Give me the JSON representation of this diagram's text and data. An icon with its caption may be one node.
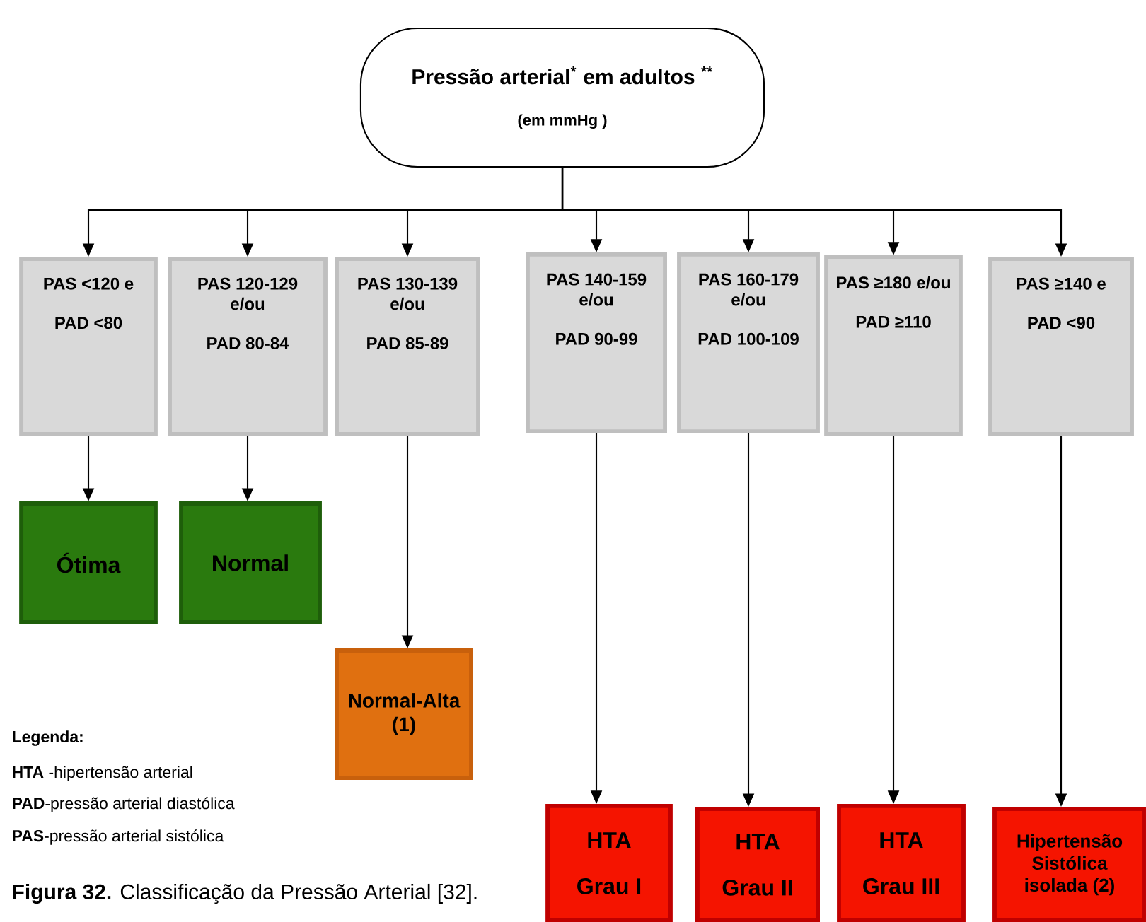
{
  "diagram": {
    "caption": "**Figura 32.** Classificação da Pressão Arterial [32].",
    "nodes": [
      {
        "text": [
          "Pressão arterial$^{*}$ em adultos $^{**}$",
          "(em mmHg )"
        ]
      },
      {
        "text": [
          "PAS <120 e",
          "PAD <80"
        ]
      },
      {
        "text": [
          "PAS 120-129 e/ou",
          "PAD 80-84"
        ]
      },
      {
        "text": [
          "PAS 130-139 e/ou",
          "PAD 85-89"
        ]
      },
      {
        "text": [
          "PAS 140-159 e/ou",
          "PAD 90-99"
        ]
      },
      {
        "text": [
          "PAS 160-179 e/ou",
          "PAD 100-109"
        ]
      },
      {
        "text": [
          "PAS ≥180 e/ou",
          "PAD ≥110"
        ]
      },
      {
        "text": [
          "PAS ≥140 e",
          "PAD <90"
        ]
      },
      {
        "text": [
          "Ótima"
        ]
      },
      {
        "text": [
          "Normal"
        ]
      },
      {
        "text": [
          "Normal-Alta (1)"
        ]
      },
      {
        "text": [
          "HTA",
          "Grau I"
        ]
      },
      {
        "text": [
          "HTA",
          "Grau II"
        ]
      },
      {
        "text": [
          "HTA",
          "Grau III"
        ]
      },
      {
        "text": [
          "Hipertensão Sistólica isolada (2)"
        ]
      }
    ],
    "edges": [
      {
        "from": 0,
        "to": 1,
        "arrow": "to"
      },
      {
        "from": 0,
        "to": 2,
        "arrow": "to"
      },
      {
        "from": 0,
        "to": 3,
        "arrow": "to"
      },
      {
        "from": 0,
        "to": 4,
        "arrow": "to"
      },
      {
        "from": 0,
        "to": 5,
        "arrow": "to"
      },
      {
        "from": 0,
        "to": 6,
        "arrow": "to"
      },
      {
        "from": 0,
        "to": 7,
        "arrow": "to"
      },
      {
        "from": 1,
        "to": 8,
        "arrow": "to"
      },
      {
        "from": 2,
        "to": 9,
        "arrow": "to"
      },
      {
        "from": 3,
        "to": 10,
        "arrow": "to"
      },
      {
        "from": 4,
        "to": 11,
        "arrow": "to"
      },
      {
        "from": 5,
        "to": 12,
        "arrow": "to"
      },
      {
        "from": 6,
        "to": 13,
        "arrow": "to"
      },
      {
        "from": 7,
        "to": 14,
        "arrow": "to"
      }
    ],
    "labels": [
      "Legenda:",
      "**HTA** -hipertensão arterial",
      "**PAD**-pressão arterial diastólica",
      "**PAS**-pressão arterial sistólica"
    ]
  }
}
